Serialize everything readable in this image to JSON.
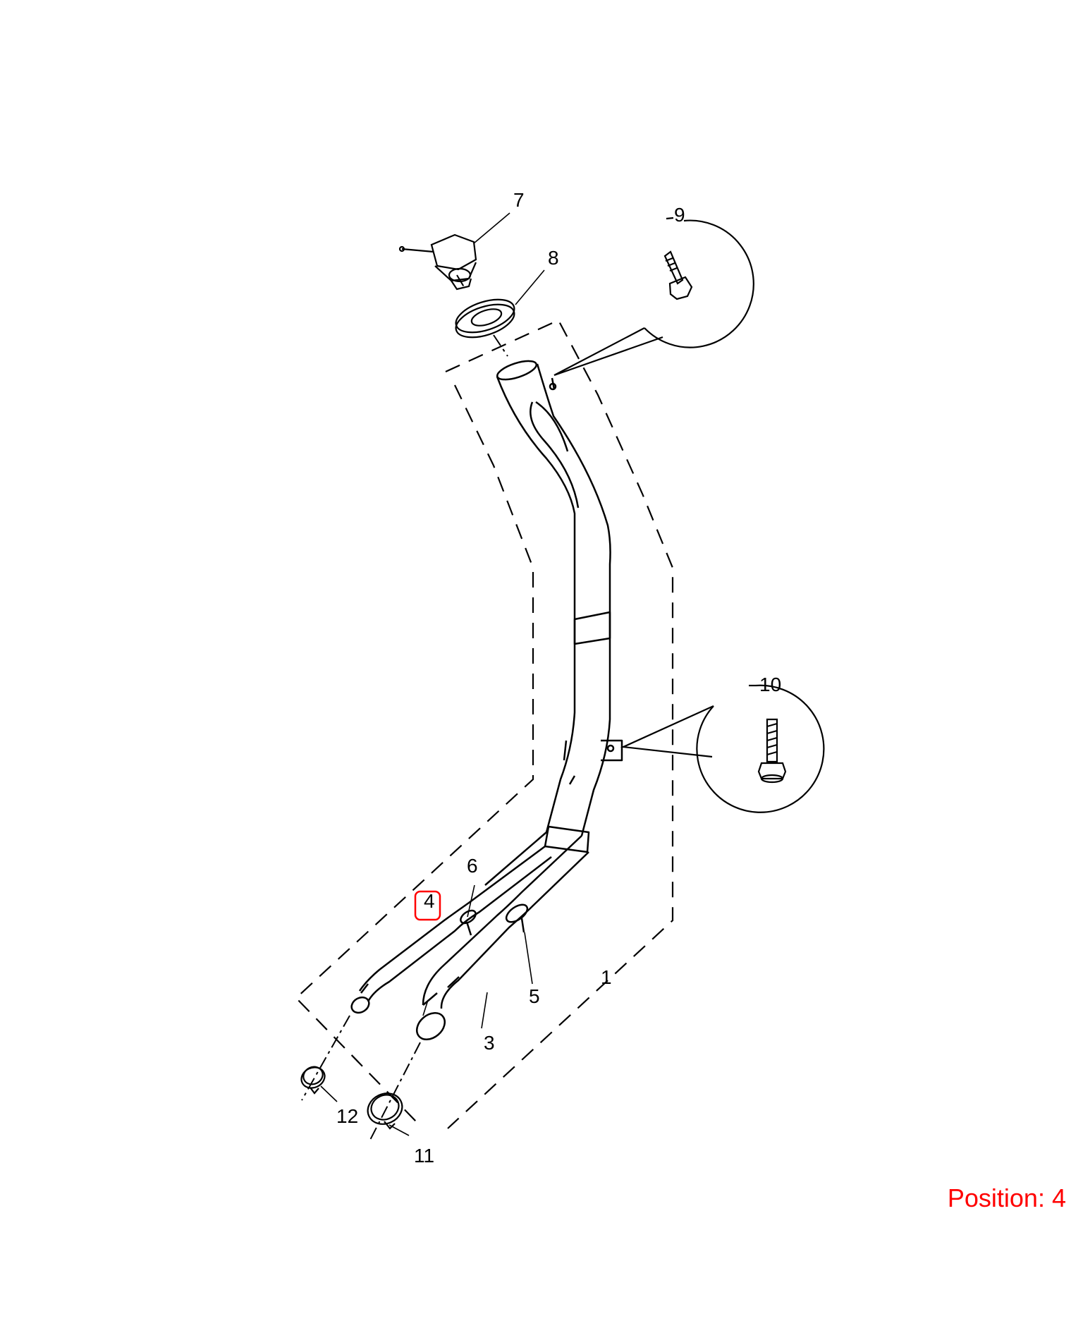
{
  "diagram": {
    "callouts": [
      "1",
      "3",
      "4",
      "5",
      "6",
      "7",
      "8",
      "9",
      "10",
      "11",
      "12"
    ],
    "highlighted_callout": "4",
    "highlight_color": "#ff0000",
    "line_color": "#000000"
  },
  "position": {
    "label": "Position:",
    "value": "4"
  }
}
